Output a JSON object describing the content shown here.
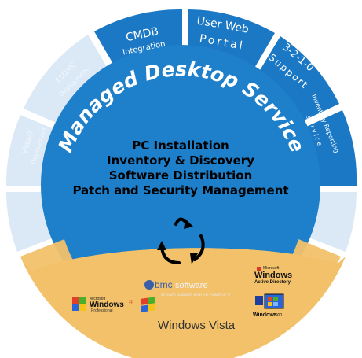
{
  "diagram": {
    "ring_title": "Managed Desktop Service",
    "outer_segments": [
      {
        "line1": "CMDB",
        "line2": "Integration"
      },
      {
        "line1": "User Web",
        "line2": "Portal"
      },
      {
        "line1": "3-2-1-0",
        "line2": "Support"
      },
      {
        "line1": "Inventory Reporting",
        "line2": "service"
      },
      {
        "line1": "ESD/PC",
        "line2": "Deployment"
      },
      {
        "line1": "Vista/7",
        "line2": "Deployment"
      }
    ],
    "core_lines": [
      "PC Installation",
      "Inventory & Discovery",
      "Software Distribution",
      "Patch and Security Management"
    ],
    "logos": {
      "bmc": {
        "name": "bmc",
        "suffix": "software",
        "tagline": "ACTIVATE BUSINESS WITH THE POWER OF IT"
      },
      "win_ad": {
        "small": "Microsoft",
        "brand": "Windows",
        "sub": "Active Directory"
      },
      "win_xp": {
        "small": "Microsoft",
        "brand": "Windows",
        "sup": "xp",
        "sub": "Professional"
      },
      "win_2000": {
        "brand": "Windows",
        "sup": "2000"
      },
      "win_vista": {
        "brand": "Windows Vista"
      }
    },
    "colors": {
      "ring_blue": "#1b78c4",
      "core_blue": "#1e7fca",
      "sand": "#f2c16a",
      "faded_segment": "#d9e8f6"
    }
  }
}
